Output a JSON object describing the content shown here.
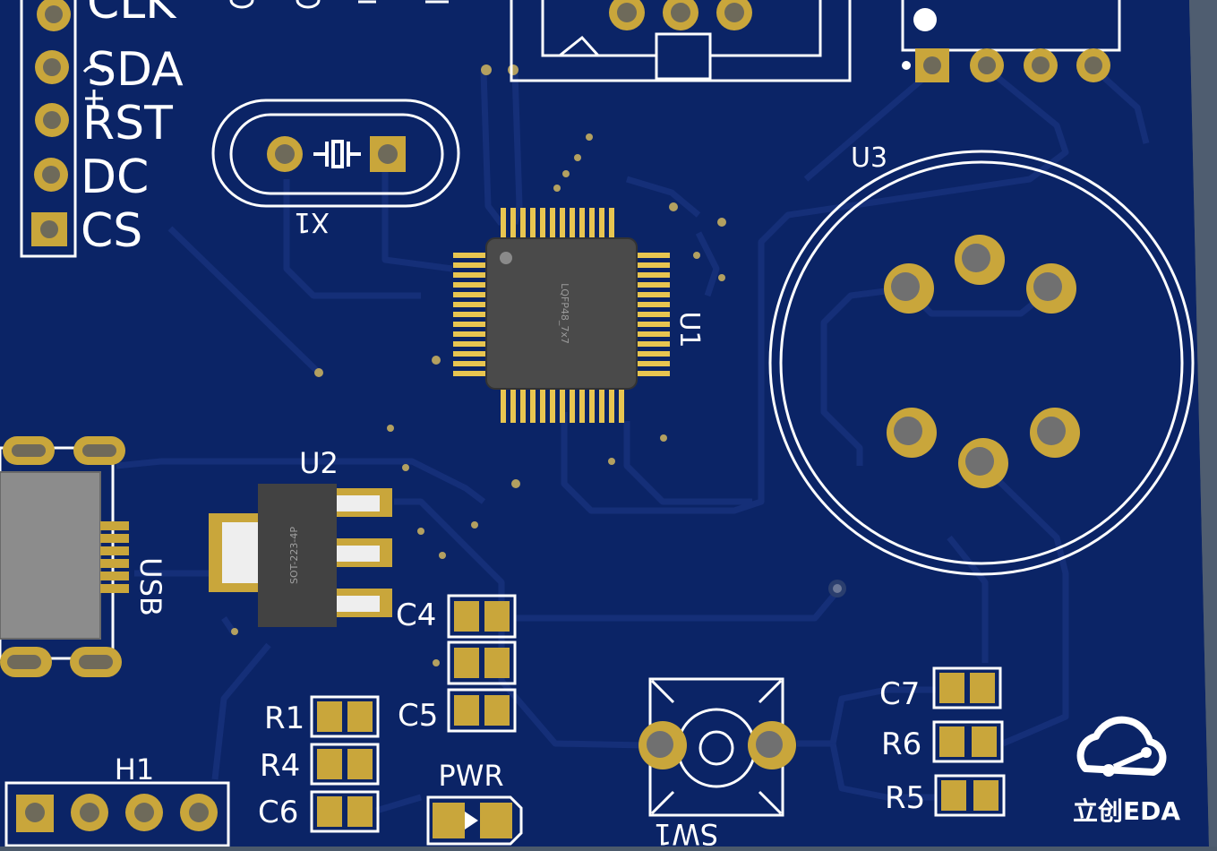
{
  "app": {
    "logo": "立创EDA"
  },
  "colors": {
    "board": "#0b2466",
    "trace": "#122c74",
    "pad": "#c9a63b",
    "silk": "#ffffff",
    "chip": "#4a4a4a"
  },
  "silk": {
    "header_pins": [
      "CLK",
      "SDA",
      "RST",
      "DC",
      "CS"
    ],
    "x1": "X1",
    "u1": "U1",
    "u1_body": "LQFP48_7x7",
    "u2": "U2",
    "u2_body": "SOT-223-4P",
    "u3": "U3",
    "usb": "USB",
    "h1": "H1",
    "pwr": "PWR",
    "sw1": "SW1",
    "c4": "C4",
    "c5": "C5",
    "c6": "C6",
    "c7": "C7",
    "r1": "R1",
    "r4": "R4",
    "r5": "R5",
    "r6": "R6"
  }
}
